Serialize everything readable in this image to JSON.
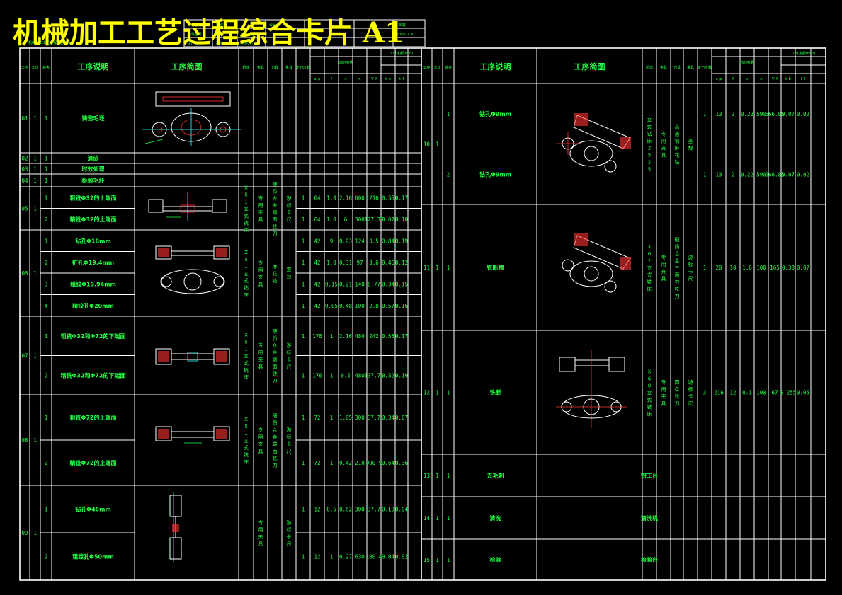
{
  "title": "机械加工工艺过程综合卡片 A1",
  "header_block": {
    "labels": [
      "零件名称",
      "设计",
      "零件图号",
      "(日期)",
      "生产类型",
      "毛坯种类",
      "毛坯尺寸"
    ],
    "values": [
      "摇臂",
      "成批",
      "铸件",
      "2008.7.30"
    ],
    "ghost_title": "机械加工工艺过程综合卡片"
  },
  "columns": {
    "seq": "工序",
    "step": "工步",
    "clamp": "装夹",
    "desc": "工序说明",
    "sketch": "工序简图",
    "machine": "机床",
    "fixture": "夹具",
    "tool": "刀具",
    "gauge": "量具",
    "passes": "走刀次数",
    "cut_group": "切削用量",
    "time_group": "工时定额(min)",
    "sub": [
      "a_p",
      "f",
      "v",
      "n",
      "V_f",
      "t_b",
      "t_f"
    ]
  },
  "left_rows": [
    {
      "op": "01",
      "clamp": "1",
      "step": "1",
      "desc": "铸造毛坯"
    },
    {
      "op": "02",
      "clamp": "1",
      "step": "1",
      "desc": "清砂"
    },
    {
      "op": "03",
      "clamp": "1",
      "step": "1",
      "desc": "时效处理"
    },
    {
      "op": "04",
      "clamp": "1",
      "step": "1",
      "desc": "检验毛坯"
    },
    {
      "op": "05",
      "clamp": "1",
      "steps": [
        "粗铣Φ32的上端面",
        "精铣Φ32的上端面"
      ],
      "machine": "X51立式铣床",
      "fixture": "专用夹具",
      "tool": "硬质合金端面铣刀",
      "gauge": "游标卡尺",
      "nums": [
        [
          "1",
          "64",
          "1.0",
          "2.16",
          "600",
          "216",
          "0.55",
          "0.17"
        ],
        [
          "1",
          "64",
          "1.0",
          "6",
          "300",
          "127.35",
          "0.07",
          "0.10"
        ]
      ]
    },
    {
      "op": "06",
      "clamp": "1",
      "steps": [
        "钻孔Φ18mm",
        "扩孔Φ19.4mm",
        "粗铰Φ19.94mm",
        "精铰孔Φ20mm"
      ],
      "machine": "Z51立式钻床",
      "fixture": "专用夹具",
      "tool": "麻花钻",
      "gauge": "塞规",
      "nums": [
        [
          "1",
          "42",
          "9",
          "0.93",
          "124",
          "0.5",
          "0.84",
          "0.19"
        ],
        [
          "1",
          "42",
          "1.0",
          "0.31",
          "97",
          "3.6",
          "0.46",
          "0.12"
        ],
        [
          "1",
          "42",
          "0.15",
          "0.21",
          "140",
          "8.77",
          "0.34",
          "0.15"
        ],
        [
          "1",
          "42",
          "0.05",
          "0.48",
          "100",
          "2.8",
          "0.57",
          "0.16"
        ]
      ]
    },
    {
      "op": "07",
      "clamp": "1",
      "steps": [
        "粗铣Φ32和Φ72的下端面",
        "精铣Φ32和Φ72的下端面"
      ],
      "machine": "X51立式铣床",
      "fixture": "专用夹具",
      "tool": "硬质合金端面铣刀",
      "gauge": "游标卡尺",
      "nums": [
        [
          "1",
          "176",
          "1",
          "2.16",
          "480",
          "242",
          "0.55",
          "0.17"
        ],
        [
          "1",
          "176",
          "1",
          "0.5",
          "480",
          "137.72",
          "0.52",
          "0.19"
        ]
      ]
    },
    {
      "op": "08",
      "clamp": "1",
      "steps": [
        "粗铣Φ72的上端面",
        "精铣Φ72的上端面"
      ],
      "machine": "X51立式铣床",
      "fixture": "专用夹具",
      "tool": "硬质合金端面铣刀",
      "gauge": "游标卡尺",
      "nums": [
        [
          "1",
          "72",
          "1",
          "1.05",
          "300",
          "37.7",
          "0.34",
          "0.07"
        ],
        [
          "1",
          "72",
          "1",
          "0.42",
          "210",
          "990.9",
          "0.64",
          "0.36"
        ]
      ]
    },
    {
      "op": "09",
      "clamp": "1",
      "steps": [
        "钻孔Φ46mm",
        "粗镗孔Φ50mm"
      ],
      "machine": "",
      "fixture": "专用夹具",
      "tool": "",
      "gauge": "游标卡尺",
      "nums": [
        [
          "1",
          "12",
          "0.5",
          "0.62",
          "300",
          "37.7",
          "0.13",
          "0.04"
        ],
        [
          "1",
          "12",
          "1",
          "0.27",
          "630",
          "100.4",
          "0.04",
          "0.02"
        ]
      ]
    }
  ],
  "right_rows": [
    {
      "op": "10",
      "clamp": "1",
      "steps": [
        "钻孔Φ9mm",
        "钻孔Φ9mm"
      ],
      "machine": "立式钻床Z525",
      "fixture": "专用夹具",
      "tool": "高速钢麻花钻",
      "gauge": "塞规",
      "nums": [
        [
          "1",
          "13",
          "2",
          "0.22",
          "590",
          "666.85",
          "0.07",
          "0.02"
        ],
        [
          "1",
          "13",
          "2",
          "0.22",
          "590",
          "666.85",
          "0.07",
          "0.02"
        ]
      ]
    },
    {
      "op": "11",
      "clamp": "1",
      "steps": [
        "铣断槽"
      ],
      "machine": "X61立式铣床",
      "fixture": "专用夹具",
      "tool": "硬质合金三面刃铣刀",
      "gauge": "游标卡尺",
      "nums": [
        [
          "1",
          "20",
          "10",
          "1.6",
          "100",
          "165",
          "0.38",
          "0.07"
        ]
      ]
    },
    {
      "op": "12",
      "clamp": "1",
      "steps": [
        "铣断"
      ],
      "machine": "X60立式铣床",
      "fixture": "专用夹具",
      "tool": "圆盘铣刀",
      "gauge": "游标卡尺",
      "nums": [
        [
          "3",
          "216",
          "12",
          "0.1",
          "100",
          "67",
          "0.255",
          "0.05"
        ]
      ]
    },
    {
      "op": "13",
      "clamp": "1",
      "step": "1",
      "desc": "去毛刺",
      "machine": "钳工台"
    },
    {
      "op": "14",
      "clamp": "1",
      "step": "1",
      "desc": "清洗",
      "machine": "清洗机"
    },
    {
      "op": "15",
      "clamp": "1",
      "step": "1",
      "desc": "检验",
      "machine": "检验台"
    }
  ],
  "colors": {
    "line": "#ffffff",
    "text": "#22ff44",
    "title": "#ffff00",
    "sketch_red": "#ff3333",
    "sketch_cyan": "#33ffff"
  }
}
